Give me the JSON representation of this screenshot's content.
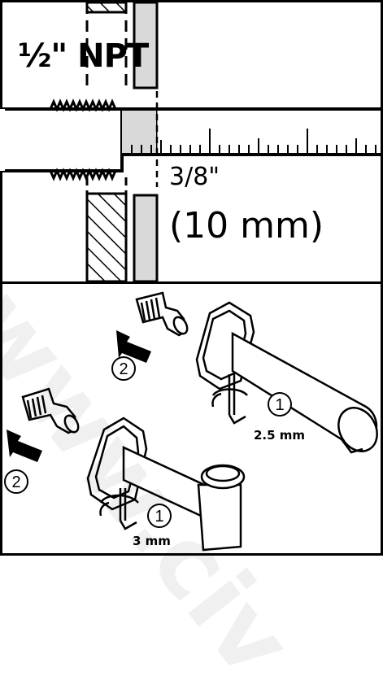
{
  "top_panel": {
    "thread_label": "½\" NPT",
    "depth_fraction": "3/8\"",
    "depth_metric": "(10 mm)"
  },
  "bottom_panel": {
    "step1_upper": "1",
    "step2_upper": "2",
    "step1_lower": "1",
    "step2_lower": "2",
    "hex_size_upper": "2.5 mm",
    "hex_size_lower": "3 mm"
  },
  "watermark": "www.civ",
  "colors": {
    "line": "#000000",
    "fill_gray": "#d9d9d9",
    "background": "#ffffff"
  }
}
